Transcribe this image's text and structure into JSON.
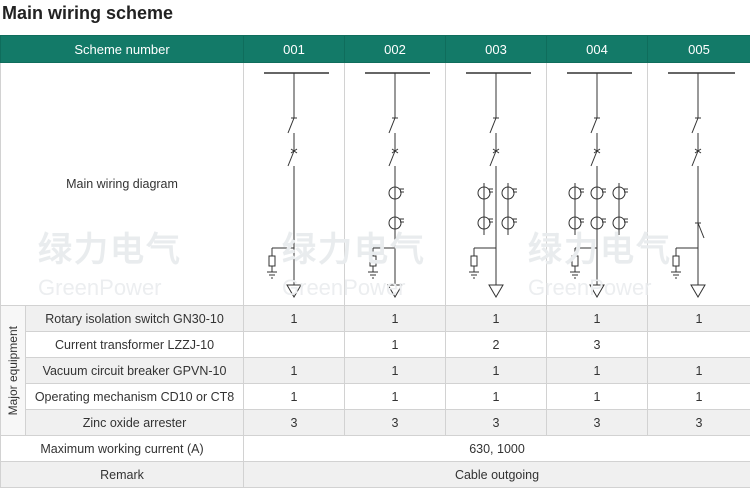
{
  "title": "Main wiring scheme",
  "header": {
    "scheme_label": "Scheme number",
    "schemes": [
      "001",
      "002",
      "003",
      "004",
      "005"
    ]
  },
  "diagram_label": "Main wiring diagram",
  "major_label": "Major equipment",
  "equipment": [
    {
      "name": "Rotary isolation switch GN30-10",
      "values": [
        "1",
        "1",
        "1",
        "1",
        "1"
      ]
    },
    {
      "name": "Current transformer LZZJ-10",
      "values": [
        "",
        "1",
        "2",
        "3",
        ""
      ]
    },
    {
      "name": "Vacuum circuit breaker GPVN-10",
      "values": [
        "1",
        "1",
        "1",
        "1",
        "1"
      ]
    },
    {
      "name": "Operating mechanism CD10 or CT8",
      "values": [
        "1",
        "1",
        "1",
        "1",
        "1"
      ]
    },
    {
      "name": "Zinc oxide arrester",
      "values": [
        "3",
        "3",
        "3",
        "3",
        "3"
      ]
    }
  ],
  "max_current": {
    "label": "Maximum working current (A)",
    "value": "630, 1000"
  },
  "remark": {
    "label": "Remark",
    "value": "Cable outgoing"
  },
  "watermark": {
    "cn": "绿力电气",
    "en": "GreenPower"
  },
  "colors": {
    "header_bg": "#137a68",
    "header_text": "#ffffff",
    "row_shade": "#f0f0f0"
  }
}
